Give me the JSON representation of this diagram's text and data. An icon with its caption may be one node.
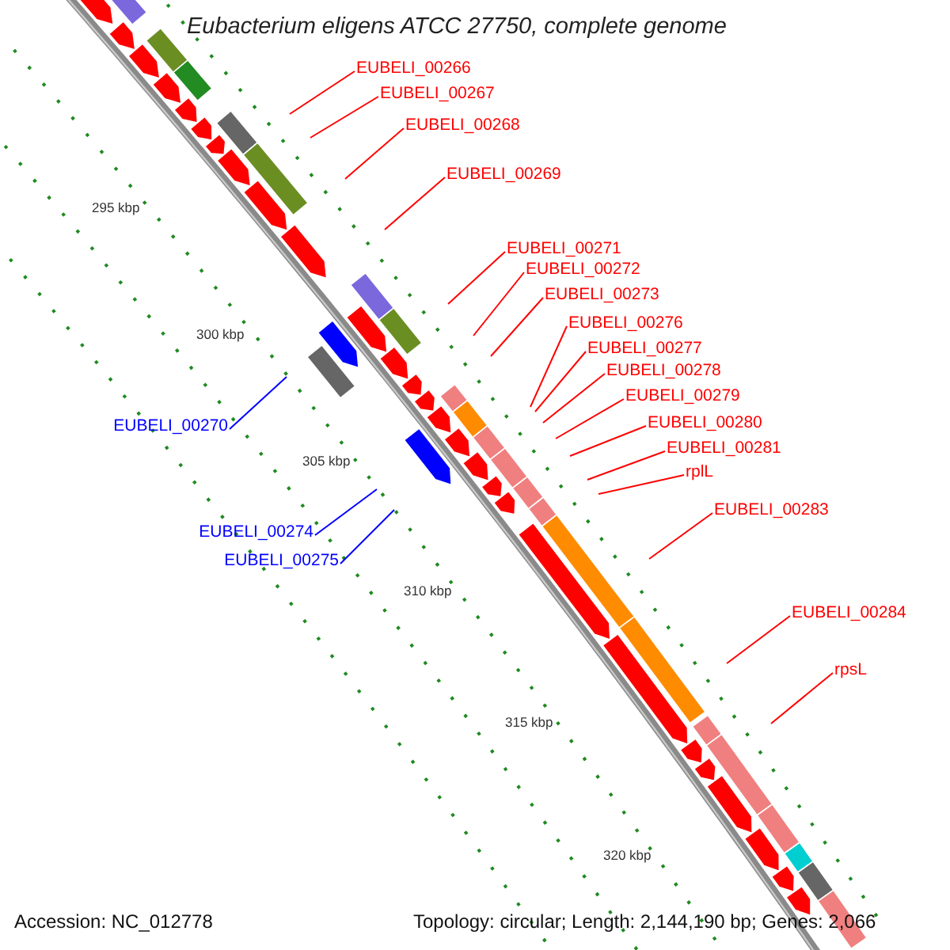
{
  "diagram": {
    "title": "Eubacterium eligens ATCC 27750, complete genome",
    "nodes": [
      {
        "text": [
          "EUBELI_00266"
        ]
      },
      {
        "text": [
          "EUBELI_00267"
        ]
      },
      {
        "text": [
          "EUBELI_00268"
        ]
      },
      {
        "text": [
          "EUBELI_00269"
        ]
      },
      {
        "text": [
          "EUBELI_00271"
        ]
      },
      {
        "text": [
          "EUBELI_00272"
        ]
      },
      {
        "text": [
          "EUBELI_00273"
        ]
      },
      {
        "text": [
          "EUBELI_00276"
        ]
      },
      {
        "text": [
          "EUBELI_00277"
        ]
      },
      {
        "text": [
          "EUBELI_00278"
        ]
      },
      {
        "text": [
          "EUBELI_00279"
        ]
      },
      {
        "text": [
          "EUBELI_00270"
        ]
      },
      {
        "text": [
          "EUBELI_00280"
        ]
      },
      {
        "text": [
          "EUBELI_00281"
        ]
      },
      {
        "text": [
          "rplL"
        ]
      },
      {
        "text": [
          "EUBELI_00283"
        ]
      },
      {
        "text": [
          "EUBELI_00274"
        ]
      },
      {
        "text": [
          "EUBELI_00275"
        ]
      },
      {
        "text": [
          "EUBELI_00284"
        ]
      },
      {
        "text": [
          "rpsL"
        ]
      }
    ],
    "edges": [
      {
        "from": 0,
        "to": null,
        "arrow": "none"
      },
      {
        "from": 1,
        "to": null,
        "arrow": "none"
      },
      {
        "from": 2,
        "to": null,
        "arrow": "none"
      },
      {
        "from": 3,
        "to": null,
        "arrow": "none"
      },
      {
        "from": 4,
        "to": null,
        "arrow": "none"
      },
      {
        "from": 5,
        "to": null,
        "arrow": "none"
      },
      {
        "from": 6,
        "to": null,
        "arrow": "none"
      },
      {
        "from": 7,
        "to": null,
        "arrow": "none"
      },
      {
        "from": 8,
        "to": null,
        "arrow": "none"
      },
      {
        "from": 9,
        "to": null,
        "arrow": "none"
      },
      {
        "from": 10,
        "to": null,
        "arrow": "none"
      },
      {
        "from": 11,
        "to": null,
        "arrow": "none",
        "color": "#0000ff"
      },
      {
        "from": 12,
        "to": null,
        "arrow": "none"
      },
      {
        "from": 13,
        "to": null,
        "arrow": "none"
      },
      {
        "from": 14,
        "to": null,
        "arrow": "none"
      },
      {
        "from": 15,
        "to": null,
        "arrow": "none"
      },
      {
        "from": 16,
        "to": null,
        "arrow": "none",
        "color": "#0000ff"
      },
      {
        "from": 17,
        "to": null,
        "arrow": "none",
        "color": "#0000ff"
      },
      {
        "from": 18,
        "to": null,
        "arrow": "none"
      },
      {
        "from": 19,
        "to": null,
        "arrow": "none"
      }
    ],
    "labels": [
      "295 kbp",
      "300 kbp",
      "305 kbp",
      "310 kbp",
      "315 kbp",
      "320 kbp",
      "Accession: NC_012778",
      "Topology: circular; Length: 2,144,190 bp; Genes: 2,066"
    ]
  }
}
